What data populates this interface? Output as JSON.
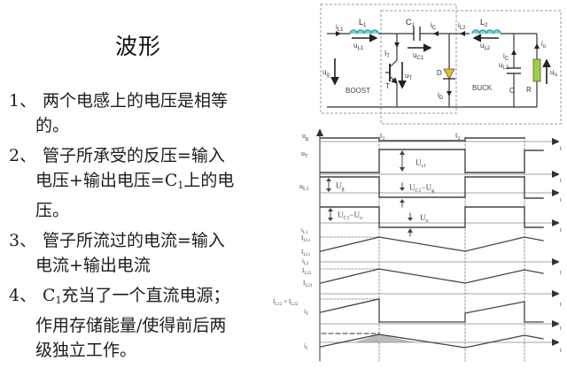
{
  "slide": {
    "title": "波形",
    "notes": [
      {
        "num": "1、",
        "line1": "两个电感上的电压是相等",
        "line2": "的。"
      },
      {
        "num": "2、",
        "line1": "管子所承受的反压=输入",
        "line2a": "电压+输出电压=C",
        "line2sub": "1",
        "line2b": "上的电",
        "line3": "压。"
      },
      {
        "num": "3、",
        "line1": "管子所流过的电流=输入",
        "line2": "电流+输出电流"
      },
      {
        "num": "4、",
        "line1a": "C",
        "line1sub": "1",
        "line1b": "充当了一个直流电源；",
        "line2": "作用存储能量/使得前后两",
        "line3": "级独立工作。"
      }
    ]
  },
  "circuit": {
    "colors": {
      "inductor": "#2aa8b8",
      "diode": "#e8c020",
      "resistor": "#9cd040",
      "wire": "#333333",
      "dash": "#888888"
    },
    "labels": {
      "iL1": "i",
      "iL1_sub": "L1",
      "L1": "L",
      "L1_sub": "1",
      "uL1": "u",
      "uL1_sub": "L1",
      "ug": "u",
      "ug_sub": "g",
      "boost": "BOOST",
      "iT": "I",
      "iT_sub": "T",
      "T": "T",
      "uT": "u",
      "uT_sub": "T",
      "C1": "C",
      "C1_sub": "1",
      "ic": "i",
      "ic_sub": "C",
      "uC1": "u",
      "uC1_sub": "C1",
      "D": "D",
      "iD": "i",
      "iD_sub": "D",
      "iL2": "i",
      "iL2_sub": "L2",
      "L2": "L",
      "L2_sub": "2",
      "uL2": "u",
      "uL2_sub": "L2",
      "iC2": "i",
      "iC2_sub": "C",
      "uL2b": "u",
      "uL2b_sub": "L2",
      "buck": "BUCK",
      "C": "C",
      "R": "R",
      "io": "i",
      "io_sub": "o",
      "uo": "u",
      "uo_sub": "o"
    }
  },
  "waveforms": {
    "time_labels": {
      "t1": "t",
      "t1_sub": "1",
      "t2": "t",
      "t2_sub": "2",
      "axis": "t"
    },
    "rows": [
      {
        "label": "u",
        "label_sub": "g"
      },
      {
        "label": "u",
        "label_sub": "T",
        "annotation": "U",
        "annotation_sub": "c1"
      },
      {
        "label": "u",
        "label_sub": "L1",
        "annotation_left": "U",
        "annotation_left_sub": "g",
        "annotation": "U",
        "annotation_sub": "C1",
        "annotation_tail": "−U",
        "annotation_tail_sub": "g"
      },
      {
        "label": "u",
        "label_sub": "L2",
        "annotation_left": "U",
        "annotation_left_sub": "C1",
        "annotation_left_tail": "−U",
        "annotation_left_tail_sub": "o",
        "annotation": "U",
        "annotation_sub": "o"
      },
      {
        "label": "i",
        "label_sub": "L1",
        "max": "I",
        "max_sub": "L12",
        "min": "I",
        "min_sub": "L11"
      },
      {
        "label": "i",
        "label_sub": "L2",
        "max": "I",
        "max_sub": "L22",
        "min": "I",
        "min_sub": "L21"
      },
      {
        "label": "i",
        "label_sub": "T",
        "max": "I",
        "max_sub": "L12",
        "max_mid": " + I",
        "max_mid_sub": "L22"
      },
      {
        "label": "i",
        "label_sub": "C"
      }
    ]
  }
}
